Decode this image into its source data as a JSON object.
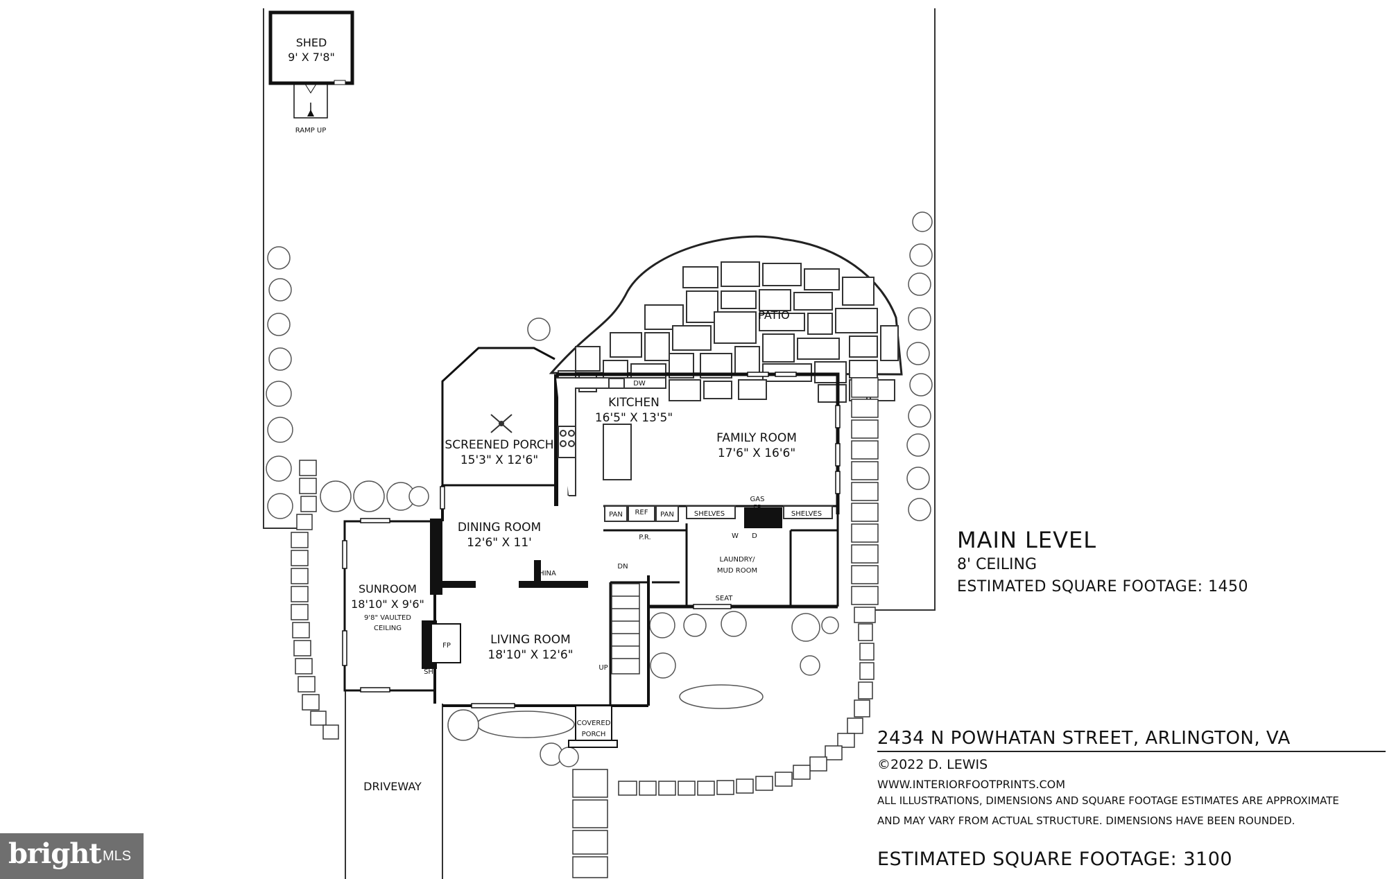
{
  "plan": {
    "rooms": {
      "shed": {
        "name": "SHED",
        "dims": "9' X 7'8\""
      },
      "ramp": "RAMP UP",
      "patio": "PATIO",
      "screened_porch": {
        "name": "SCREENED PORCH",
        "dims": "15'3\" X 12'6\""
      },
      "kitchen": {
        "name": "KITCHEN",
        "dims": "16'5\" X 13'5\""
      },
      "family_room": {
        "name": "FAMILY ROOM",
        "dims": "17'6\" X 16'6\""
      },
      "dining_room": {
        "name": "DINING ROOM",
        "dims": "12'6\" X 11'"
      },
      "china": "CHINA",
      "sunroom": {
        "name": "SUNROOM",
        "dims": "18'10\" X 9'6\"",
        "note1": "9'8\" VAULTED",
        "note2": "CEILING"
      },
      "living_room": {
        "name": "LIVING ROOM",
        "dims": "18'10\" X 12'6\""
      },
      "laundry": {
        "line1": "LAUNDRY/",
        "line2": "MUD ROOM"
      },
      "covered_porch": {
        "line1": "COVERED",
        "line2": "PORCH"
      },
      "driveway": "DRIVEWAY"
    },
    "fixtures": {
      "pan": "PAN",
      "ref": "REF",
      "pr": "P.R.",
      "shelves": "SHELVES",
      "gas": "GAS",
      "fp": "FP",
      "dw": "DW",
      "seat": "SEAT",
      "dn": "DN",
      "up": "UP",
      "w": "W",
      "d": "D",
      "sh": "SH"
    }
  },
  "info": {
    "level_title": "MAIN LEVEL",
    "ceiling": "8' CEILING",
    "level_sqft": "ESTIMATED SQUARE FOOTAGE: 1450",
    "address": "2434 N POWHATAN STREET, ARLINGTON, VA",
    "copyright": "©2022 D. LEWIS",
    "website": "WWW.INTERIORFOOTPRINTS.COM",
    "disclaimer_line1": "ALL ILLUSTRATIONS, DIMENSIONS AND SQUARE FOOTAGE ESTIMATES ARE APPROXIMATE",
    "disclaimer_line2": "AND MAY VARY FROM ACTUAL STRUCTURE. DIMENSIONS HAVE BEEN ROUNDED.",
    "total_sqft": "ESTIMATED SQUARE FOOTAGE: 3100"
  },
  "watermark": {
    "logo": "bright",
    "mls": "MLS"
  }
}
